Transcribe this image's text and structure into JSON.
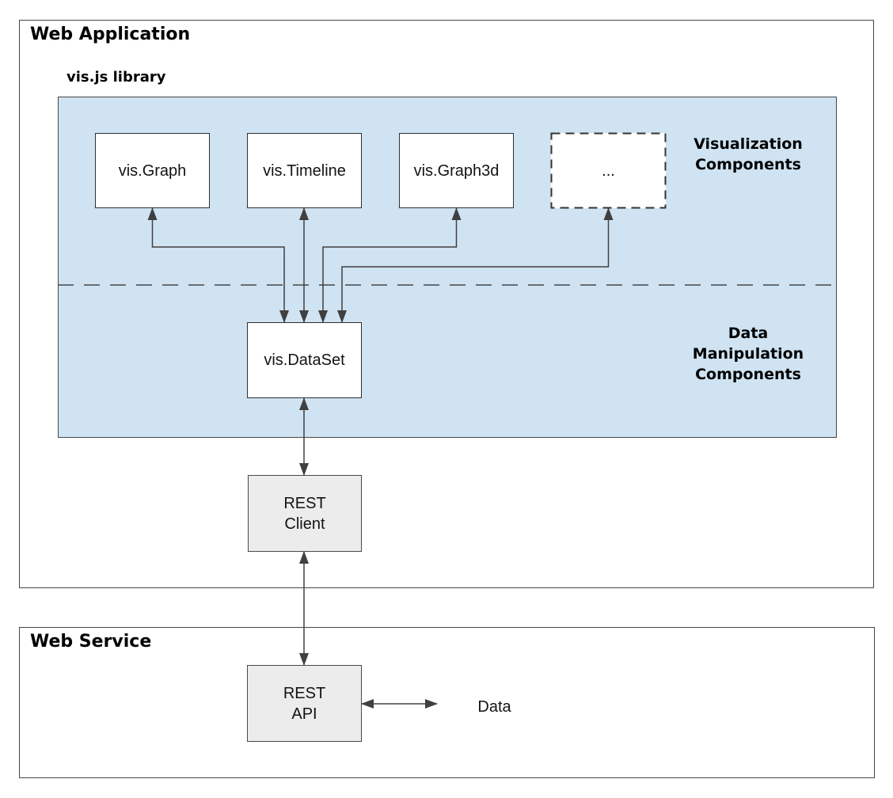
{
  "colors": {
    "library_fill": "#cfe3f2",
    "node_gray_fill": "#ececec",
    "line_color": "#404040"
  },
  "web_application": {
    "title": "Web Application",
    "visjs_library": {
      "label": "vis.js library",
      "visualization_components_label": "Visualization\nComponents",
      "data_manipulation_label": "Data\nManipulation\nComponents",
      "nodes": {
        "graph": "vis.Graph",
        "timeline": "vis.Timeline",
        "graph3d": "vis.Graph3d",
        "more": "...",
        "dataset": "vis.DataSet"
      }
    },
    "rest_client_label": "REST\nClient"
  },
  "web_service": {
    "title": "Web Service",
    "rest_api_label": "REST\nAPI",
    "data_store_label": "Data"
  }
}
